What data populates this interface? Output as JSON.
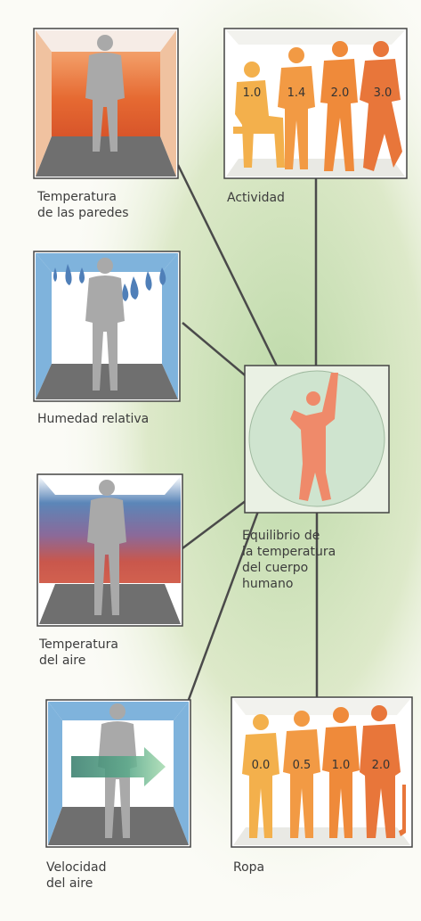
{
  "panels": {
    "wall_temperature": {
      "line1": "Temperatura",
      "line2": "de las paredes"
    },
    "activity": {
      "title": "Actividad",
      "values": [
        "1.0",
        "1.4",
        "2.0",
        "3.0"
      ]
    },
    "relative_humidity": {
      "title": "Humedad relativa"
    },
    "air_temperature": {
      "line1": "Temperatura",
      "line2": "del aire"
    },
    "air_speed": {
      "line1": "Velocidad",
      "line2": "del aire"
    },
    "clothing": {
      "title": "Ropa",
      "values": [
        "0.0",
        "0.5",
        "1.0",
        "2.0"
      ]
    }
  },
  "center": {
    "line1": "Equilibrio de",
    "line2": "la temperatura",
    "line3": "del cuerpo",
    "line4": "humano"
  },
  "colors": {
    "figure_gray": "#a9a9a9",
    "floor_gray": "#6f6f6f",
    "wall_orange": "#e8783c",
    "humidity_blue": "#7fb3dc",
    "air_blue": "#4f7fb8",
    "air_red": "#c8504a",
    "center_circle": "#cfe4cf",
    "figure_orange": "#ef8a3a",
    "figure_light": "#f3b04c",
    "arrow_green": "#8fcf9a"
  }
}
